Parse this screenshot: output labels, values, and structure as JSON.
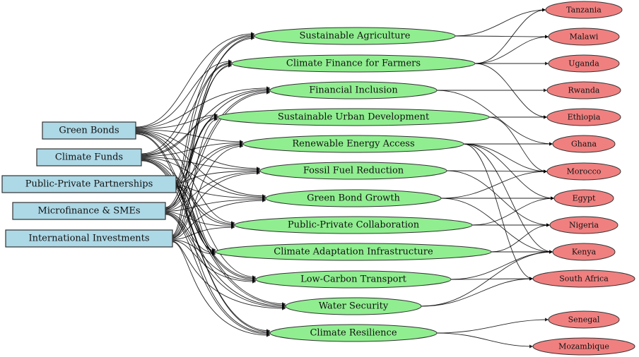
{
  "diagram": {
    "type": "directed-graph",
    "colors": {
      "source_fill": "#add8e6",
      "theme_fill": "#90ee90",
      "country_fill": "#f08080",
      "edge": "#000000"
    },
    "sources": [
      {
        "id": "green_bonds",
        "label": "Green Bonds"
      },
      {
        "id": "climate_funds",
        "label": "Climate Funds"
      },
      {
        "id": "ppp",
        "label": "Public-Private Partnerships"
      },
      {
        "id": "microfinance",
        "label": "Microfinance & SMEs"
      },
      {
        "id": "intl_invest",
        "label": "International Investments"
      }
    ],
    "themes": [
      {
        "id": "sust_agri",
        "label": "Sustainable Agriculture"
      },
      {
        "id": "cf_farmers",
        "label": "Climate Finance for Farmers"
      },
      {
        "id": "fin_incl",
        "label": "Financial Inclusion"
      },
      {
        "id": "sust_urban",
        "label": "Sustainable Urban Development"
      },
      {
        "id": "renew_energy",
        "label": "Renewable Energy Access"
      },
      {
        "id": "fossil_red",
        "label": "Fossil Fuel Reduction"
      },
      {
        "id": "gb_growth",
        "label": "Green Bond Growth"
      },
      {
        "id": "ppc",
        "label": "Public-Private Collaboration"
      },
      {
        "id": "adapt_infra",
        "label": "Climate Adaptation Infrastructure"
      },
      {
        "id": "low_carbon",
        "label": "Low-Carbon Transport"
      },
      {
        "id": "water_sec",
        "label": "Water Security"
      },
      {
        "id": "clim_res",
        "label": "Climate Resilience"
      }
    ],
    "countries": [
      {
        "id": "tanzania",
        "label": "Tanzania"
      },
      {
        "id": "malawi",
        "label": "Malawi"
      },
      {
        "id": "uganda",
        "label": "Uganda"
      },
      {
        "id": "rwanda",
        "label": "Rwanda"
      },
      {
        "id": "ethiopia",
        "label": "Ethiopia"
      },
      {
        "id": "ghana",
        "label": "Ghana"
      },
      {
        "id": "morocco",
        "label": "Morocco"
      },
      {
        "id": "egypt",
        "label": "Egypt"
      },
      {
        "id": "nigeria",
        "label": "Nigeria"
      },
      {
        "id": "kenya",
        "label": "Kenya"
      },
      {
        "id": "south_africa",
        "label": "South Africa"
      },
      {
        "id": "senegal",
        "label": "Senegal"
      },
      {
        "id": "mozambique",
        "label": "Mozambique"
      }
    ],
    "source_to_theme_edges": "all-to-all",
    "theme_to_country_edges": [
      [
        "sust_agri",
        "tanzania"
      ],
      [
        "sust_agri",
        "malawi"
      ],
      [
        "cf_farmers",
        "uganda"
      ],
      [
        "cf_farmers",
        "malawi"
      ],
      [
        "cf_farmers",
        "tanzania"
      ],
      [
        "cf_farmers",
        "ethiopia"
      ],
      [
        "fin_incl",
        "rwanda"
      ],
      [
        "fin_incl",
        "ghana"
      ],
      [
        "sust_urban",
        "ethiopia"
      ],
      [
        "sust_urban",
        "morocco"
      ],
      [
        "renew_energy",
        "ghana"
      ],
      [
        "renew_energy",
        "morocco"
      ],
      [
        "renew_energy",
        "egypt"
      ],
      [
        "renew_energy",
        "kenya"
      ],
      [
        "renew_energy",
        "south_africa"
      ],
      [
        "fossil_red",
        "morocco"
      ],
      [
        "fossil_red",
        "nigeria"
      ],
      [
        "gb_growth",
        "egypt"
      ],
      [
        "gb_growth",
        "morocco"
      ],
      [
        "gb_growth",
        "kenya"
      ],
      [
        "ppc",
        "nigeria"
      ],
      [
        "ppc",
        "egypt"
      ],
      [
        "adapt_infra",
        "kenya"
      ],
      [
        "adapt_infra",
        "nigeria"
      ],
      [
        "low_carbon",
        "south_africa"
      ],
      [
        "low_carbon",
        "kenya"
      ],
      [
        "water_sec",
        "south_africa"
      ],
      [
        "water_sec",
        "kenya"
      ],
      [
        "clim_res",
        "senegal"
      ],
      [
        "clim_res",
        "mozambique"
      ]
    ]
  }
}
